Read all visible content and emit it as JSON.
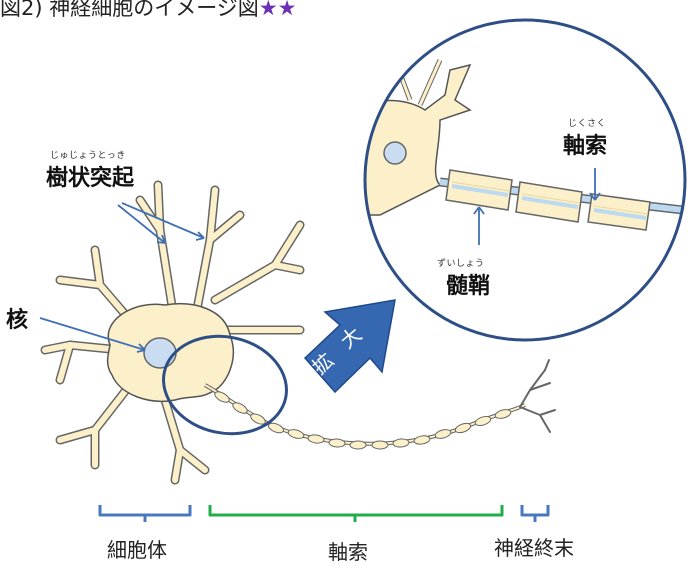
{
  "title": {
    "text": "図2) 神経細胞のイメージ図",
    "stars": "★★"
  },
  "labels": {
    "dendrite": {
      "text": "樹状突起",
      "ruby": "じゅじょうとっき"
    },
    "nucleus": {
      "text": "核"
    },
    "axon_zoom": {
      "text": "軸索",
      "ruby": "じくさく"
    },
    "myelin": {
      "text": "髄鞘",
      "ruby": "ずいしょう"
    },
    "expand": {
      "char1": "拡",
      "char2": "大"
    }
  },
  "sections": {
    "cell_body": "細胞体",
    "axon": "軸索",
    "terminal": "神経終末"
  },
  "colors": {
    "cell_fill": "#fbf0c9",
    "outline": "#555555",
    "arrow_blue": "#3f6fb6",
    "circle_navy": "#2e4f86",
    "bracket_blue": "#4a78c0",
    "bracket_green": "#1fae4a",
    "expand_arrow": "#3568b0",
    "nucleus_fill": "#c9dcf2",
    "axon_core": "#bcd9f0"
  }
}
